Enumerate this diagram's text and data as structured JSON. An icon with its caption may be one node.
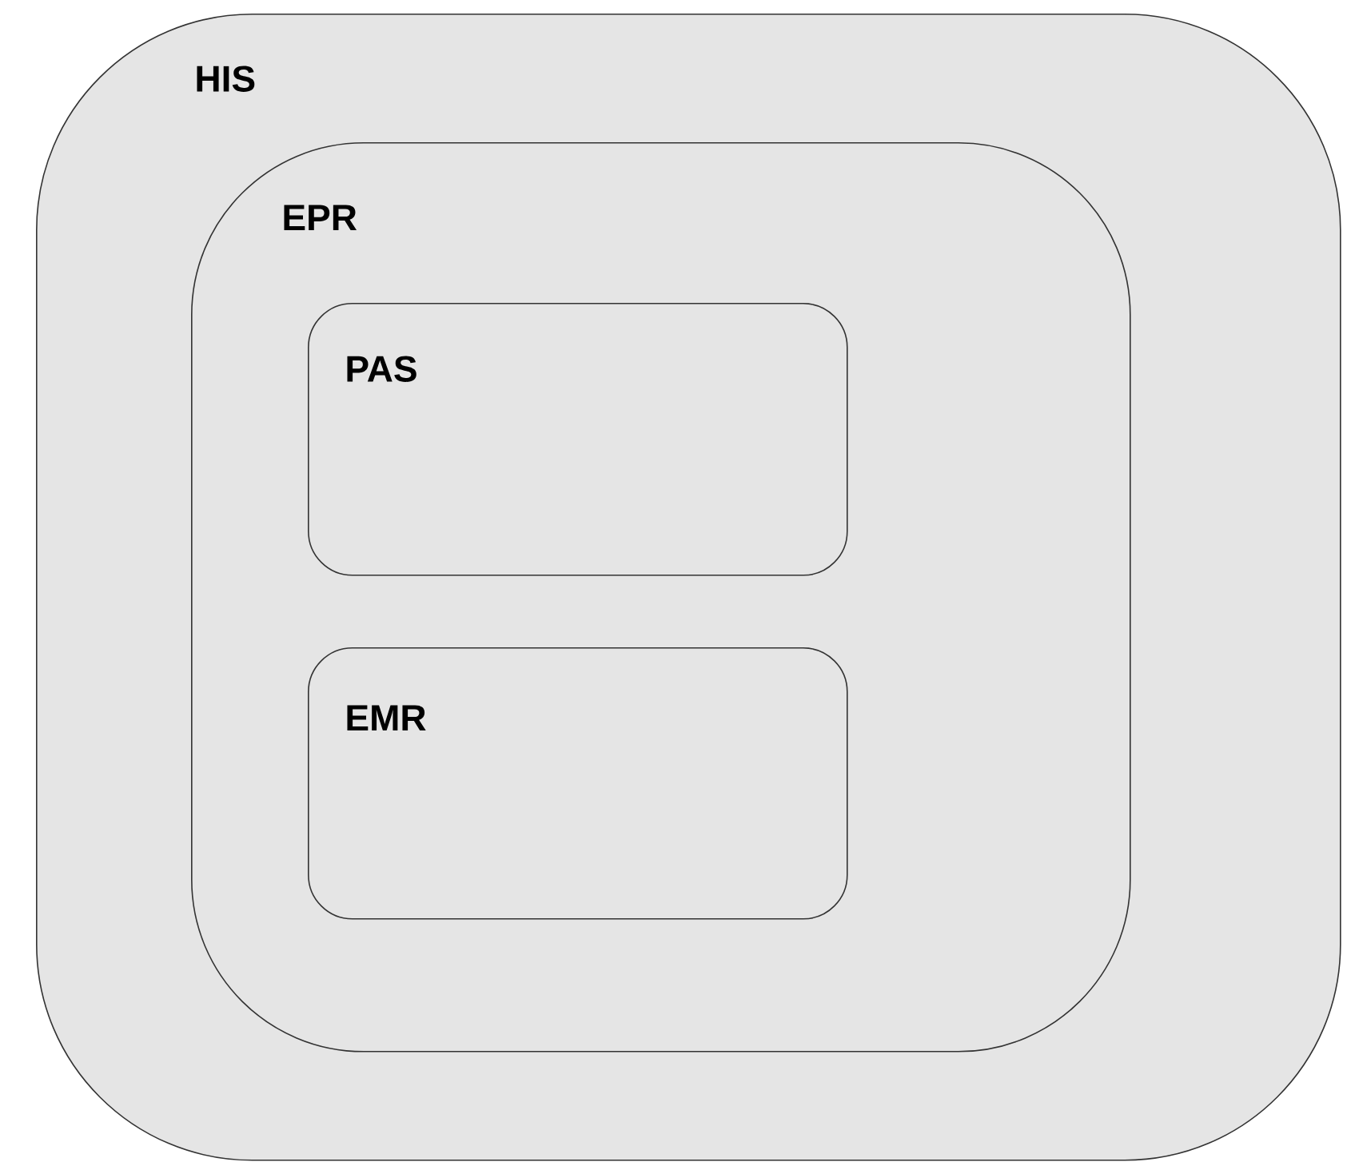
{
  "diagram": {
    "nodes": [
      {
        "text": [
          "HIS"
        ]
      },
      {
        "text": [
          "EPR"
        ],
        "in": 0
      },
      {
        "text": [
          "PAS"
        ],
        "in": 1
      },
      {
        "text": [
          "EMR"
        ],
        "in": 1
      }
    ]
  }
}
